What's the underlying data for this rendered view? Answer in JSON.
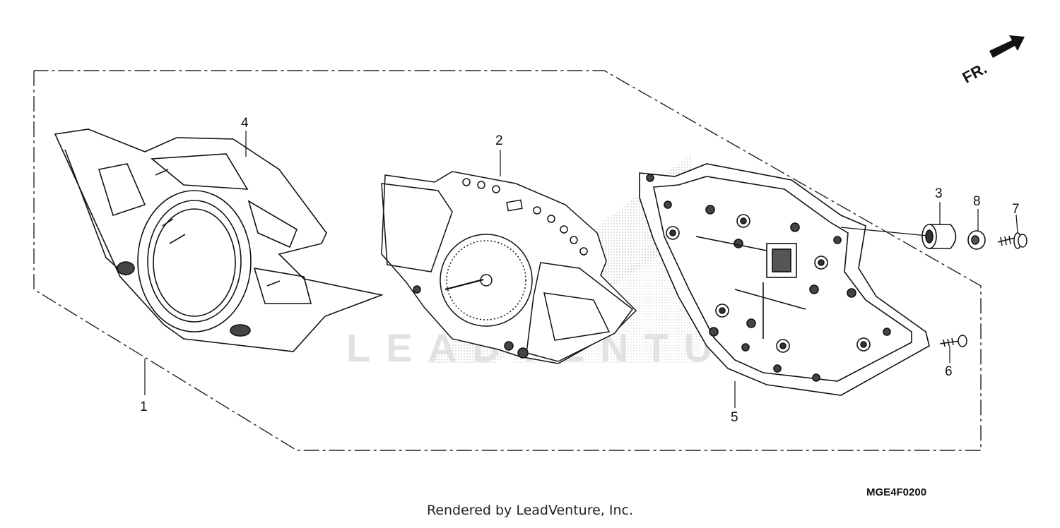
{
  "diagram": {
    "watermark": "LEADVENTURE",
    "direction_label": "FR.",
    "part_code": "MGE4F0200",
    "callouts": [
      {
        "id": "1",
        "label": "1"
      },
      {
        "id": "2",
        "label": "2"
      },
      {
        "id": "3",
        "label": "3"
      },
      {
        "id": "4",
        "label": "4"
      },
      {
        "id": "5",
        "label": "5"
      },
      {
        "id": "6",
        "label": "6"
      },
      {
        "id": "7",
        "label": "7"
      },
      {
        "id": "8",
        "label": "8"
      }
    ],
    "parts": [
      {
        "callout": "1",
        "icon": "meter-assembly-outline"
      },
      {
        "callout": "2",
        "icon": "meter-unit-icon"
      },
      {
        "callout": "3",
        "icon": "grommet-icon"
      },
      {
        "callout": "4",
        "icon": "upper-meter-case-icon"
      },
      {
        "callout": "5",
        "icon": "lower-meter-case-icon"
      },
      {
        "callout": "6",
        "icon": "tapping-screw-icon"
      },
      {
        "callout": "7",
        "icon": "screw-with-washer-icon"
      },
      {
        "callout": "8",
        "icon": "collar-icon"
      }
    ]
  },
  "footer": {
    "credit": "Rendered by LeadVenture, Inc."
  }
}
